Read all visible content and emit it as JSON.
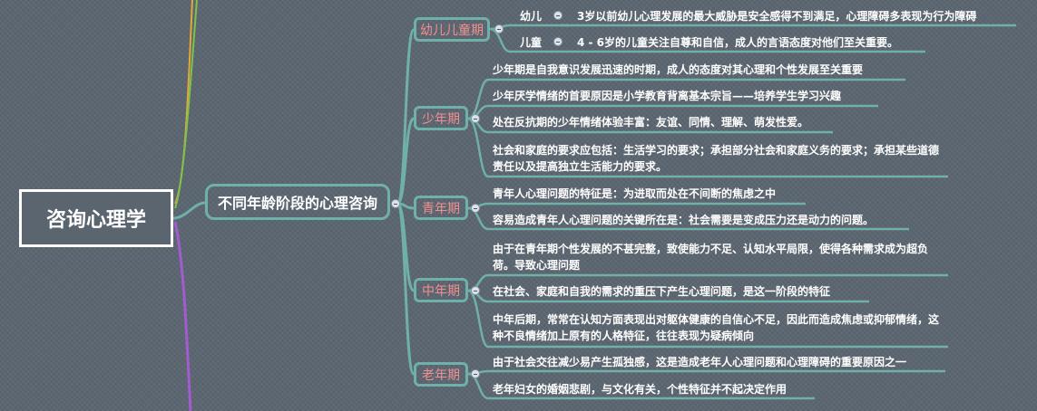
{
  "root": {
    "title": "咨询心理学"
  },
  "main": {
    "title": "不同年龄阶段的心理咨询"
  },
  "categories": {
    "childhood": {
      "label": "幼儿儿童期",
      "subs": [
        {
          "label": "幼儿",
          "text": "3岁以前幼儿心理发展的最大威胁是安全感得不到满足，心理障碍多表现为行为障碍"
        },
        {
          "label": "儿童",
          "text": "4 - 6岁的儿童关注自尊和自信，成人的言语态度对他们至关重要。"
        }
      ]
    },
    "juvenile": {
      "label": "少年期",
      "items": [
        "少年期是自我意识发展迅速的时期，成人的态度对其心理和个性发展至关重要",
        "少年厌学情绪的首要原因是小学教育背离基本宗旨——培养学生学习兴趣",
        "处在反抗期的少年情绪体验丰富：友谊、同情、理解、萌发性爱。",
        "社会和家庭的要求应包括：生活学习的要求；承担部分社会和家庭义务的要求；承担某些道德责任以及提高独立生活能力的要求。"
      ]
    },
    "youth": {
      "label": "青年期",
      "items": [
        "青年人心理问题的特征是：为进取而处在不间断的焦虑之中",
        "容易造成青年人心理问题的关键所在是：社会需要是变成压力还是动力的问题。"
      ]
    },
    "middle": {
      "label": "中年期",
      "items": [
        "由于在青年期个性发展的不甚完整，致使能力不足、认知水平局限，使得各种需求成为超负荷。导致心理问题",
        "在社会、家庭和自我的需求的重压下产生心理问题，是这一阶段的特征",
        "中年后期，常常在认知方面表现出对躯体健康的自信心不足，因此而造成焦虑或抑郁情绪，这种不良情绪加上原有的人格特征，往往表现为疑病倾向"
      ]
    },
    "elderly": {
      "label": "老年期",
      "items": [
        "由于社会交往减少易产生孤独感，这是造成老年人心理问题和心理障碍的重要原因之一",
        "老年妇女的婚姻悲剧，与文化有关，个性特征并不起决定作用"
      ]
    }
  },
  "colors": {
    "background": "#5b6570",
    "connector": "#6fb0a8",
    "category_text": "#f28f8f",
    "text": "#ffffff",
    "side_branches": [
      "#e2a83a",
      "#7cc24b",
      "#a35bd0"
    ]
  }
}
